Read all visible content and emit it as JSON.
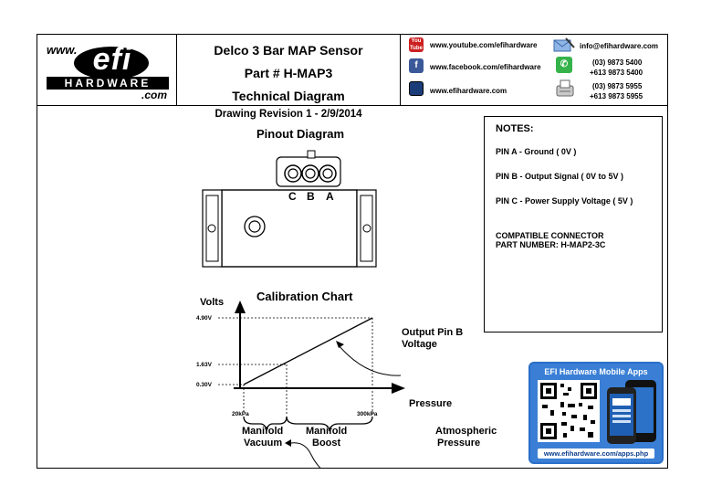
{
  "header": {
    "logo": {
      "www": "www.",
      "brand": "efi",
      "hardware": "HARDWARE",
      "com": ".com"
    },
    "title_line1": "Delco 3 Bar MAP Sensor",
    "title_line2": "Part # H-MAP3",
    "title_line3": "Technical Diagram",
    "revision": "Drawing Revision 1 - 2/9/2014",
    "contacts": {
      "youtube": "www.youtube.com/efihardware",
      "facebook": "www.facebook.com/efihardware",
      "website": "www.efihardware.com",
      "email": "info@efihardware.com",
      "phone1": "(03) 9873 5400",
      "phone2": "+613 9873 5400",
      "fax1": "(03) 9873 5955",
      "fax2": "+613 9873 5955",
      "youtube_icon_text": "You Tube",
      "facebook_icon_text": "f"
    }
  },
  "pinout": {
    "title": "Pinout Diagram",
    "pins": [
      "C",
      "B",
      "A"
    ]
  },
  "calibration": {
    "title": "Calibration Chart",
    "ylabel": "Volts",
    "xlabel": "Pressure",
    "y_ticks": [
      "4.90V",
      "1.63V",
      "0.30V"
    ],
    "x_ticks": [
      "20kPa",
      "300kPa"
    ],
    "output_label_1": "Output Pin B",
    "output_label_2": "Voltage",
    "vacuum_1": "Manifold",
    "vacuum_2": "Vacuum",
    "boost_1": "Manifold",
    "boost_2": "Boost",
    "atm_1": "Atmospheric",
    "atm_2": "Pressure"
  },
  "chart_data": {
    "type": "line",
    "title": "Calibration Chart",
    "xlabel": "Pressure",
    "ylabel": "Volts",
    "series": [
      {
        "name": "Output Pin B Voltage",
        "x": [
          20,
          101,
          300
        ],
        "y": [
          0.3,
          1.63,
          4.9
        ]
      }
    ]
  },
  "notes": {
    "heading": "NOTES:",
    "pin_a": "PIN A - Ground ( 0V )",
    "pin_b": "PIN B - Output Signal ( 0V to 5V )",
    "pin_c": "PIN C - Power Supply Voltage ( 5V )",
    "connector_1": "COMPATIBLE CONNECTOR",
    "connector_2": "PART NUMBER:  H-MAP2-3C"
  },
  "apps": {
    "title": "EFI Hardware Mobile Apps",
    "url": "www.efihardware.com/apps.php"
  }
}
